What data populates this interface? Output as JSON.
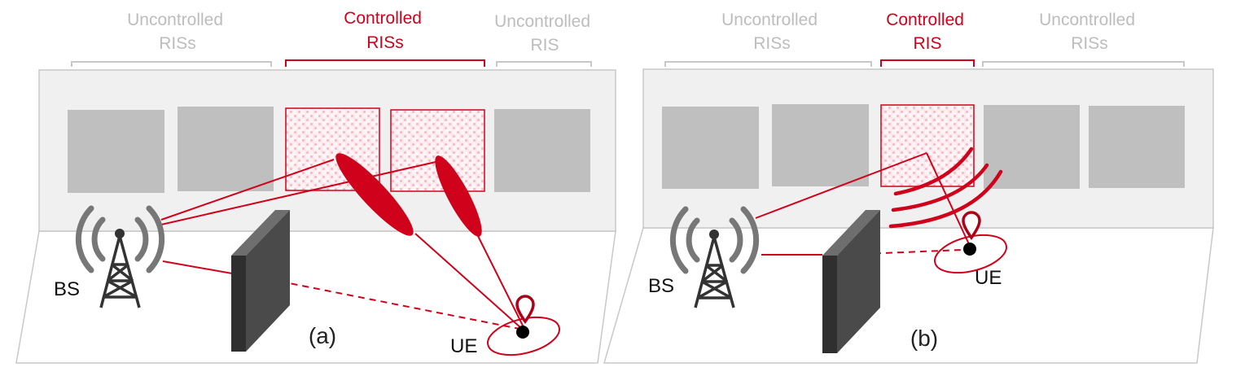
{
  "panels": {
    "a": {
      "caption": "(a)",
      "group_labels": {
        "left_uncontrolled": [
          "Uncontrolled",
          "RISs"
        ],
        "controlled": [
          "Controlled",
          "RISs"
        ],
        "right_uncontrolled": [
          "Uncontrolled",
          "RIS"
        ]
      },
      "bs_label": "BS",
      "ue_label": "UE"
    },
    "b": {
      "caption": "(b)",
      "group_labels": {
        "left_uncontrolled": [
          "Uncontrolled",
          "RISs"
        ],
        "controlled": [
          "Controlled",
          "RIS"
        ],
        "right_uncontrolled": [
          "Uncontrolled",
          "RISs"
        ]
      },
      "bs_label": "BS",
      "ue_label": "UE"
    }
  },
  "colors": {
    "accent": "#d0021b",
    "uncontrolled_label": "#bdbdbd",
    "panel_gray": "#bfbfbf",
    "wall_fill": "#f0f0f0",
    "blocker": "#333333",
    "tower": "#333333",
    "ue_dot": "#000000"
  },
  "icons": {
    "bs": "cell-tower-icon",
    "ue": "location-pin-icon",
    "blocker": "obstacle-block-icon"
  }
}
